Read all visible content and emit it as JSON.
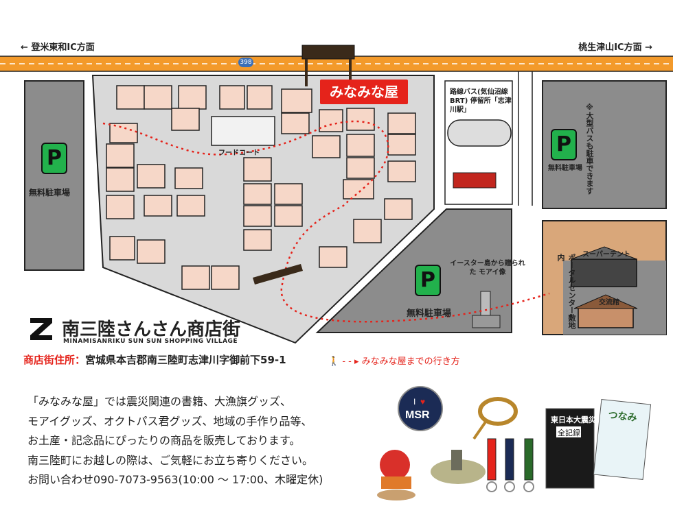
{
  "directions": {
    "left": "← 登米東和IC方面",
    "right": "桃生津山IC方面 →"
  },
  "route_number": "398",
  "callout": "みなみな屋",
  "map_labels": {
    "food_court": "フードコート",
    "bus_stop": "路線バス(気仙沼線BRT) 停留所「志津川駅」",
    "large_bus": "※大型バスも駐車できます",
    "free_parking_left": "無料駐車場",
    "free_parking_right_top": "無料駐車場",
    "free_parking_center": "無料駐車場",
    "easter_moai": "イースター島から贈られた モアイ像",
    "supertent": "スーパーテント",
    "portal_center": "ポータルセンター敷地内",
    "exchange_hall": "交流館",
    "parking_symbol": "P"
  },
  "brand": {
    "title": "南三陸さんさん商店街",
    "subtitle": "MINAMISANRIKU SUN SUN SHOPPING VILLAGE"
  },
  "address": {
    "label": "商店街住所：",
    "value": "宮城県本吉郡南三陸町志津川字御前下59-1"
  },
  "legend": {
    "text": "みなみな屋までの行き方"
  },
  "description": [
    "「みなみな屋」では震災関連の書籍、大漁旗グッズ、",
    "モアイグッズ、オクトパス君グッズ、地域の手作り品等、",
    "お土産・記念品にぴったりの商品を販売しております。",
    "南三陸町にお越しの際は、ご気軽にお立ち寄りください。",
    "お問い合わせ090-7073-9563(10:00 ～ 17:00、木曜定休)"
  ],
  "goods": {
    "badge_top": "I",
    "badge_bottom": "MSR",
    "book1_title": "東日本大震災",
    "book1_subtitle": "全記録",
    "book2_title": "つなみ"
  },
  "colors": {
    "road": "#f39a2b",
    "parking_green": "#22b14c",
    "route_red": "#e5231b",
    "building": "#f6d7c8",
    "area_gray": "#d9d9d9",
    "lot_gray": "#8c8c8c",
    "dirt": "#d9a77a"
  }
}
